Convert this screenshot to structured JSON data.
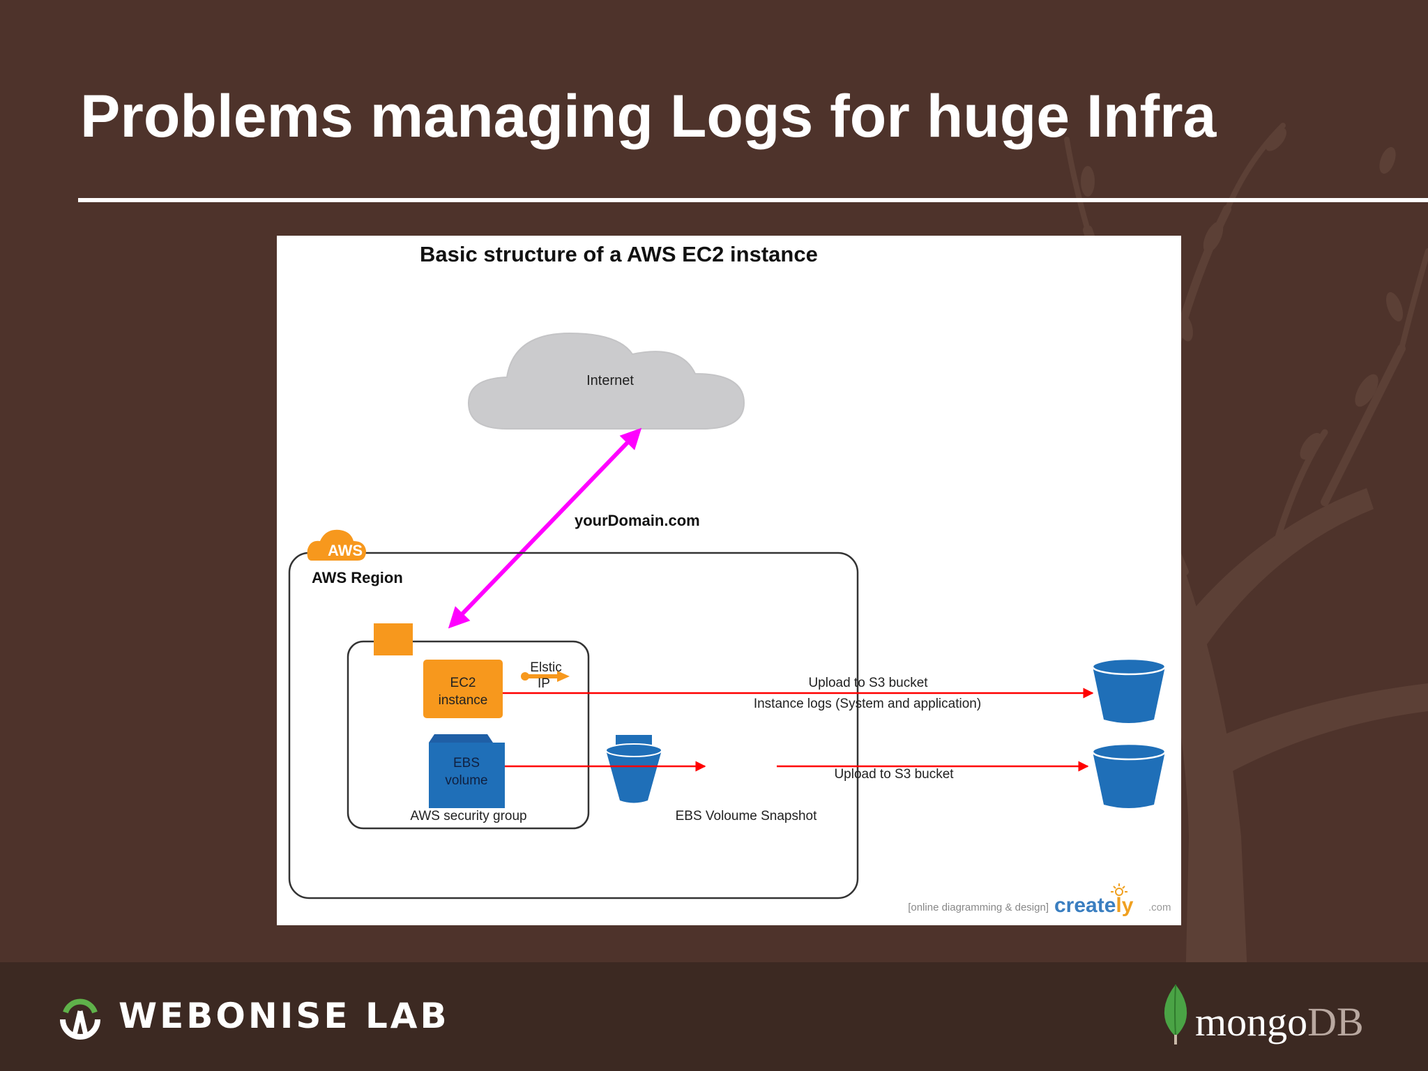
{
  "slide": {
    "title": "Problems managing Logs for huge Infra"
  },
  "diagram": {
    "title": "Basic structure of a AWS EC2 instance",
    "internet_label": "Internet",
    "domain_label": "yourDomain.com",
    "aws_badge": "AWS",
    "region_label": "AWS Region",
    "ec2_label_line1": "EC2",
    "ec2_label_line2": "instance",
    "eip_label_line1": "Elstic",
    "eip_label_line2": "IP",
    "ebs_label_line1": "EBS",
    "ebs_label_line2": "volume",
    "security_group_label": "AWS security group",
    "snapshot_label": "EBS Voloume Snapshot",
    "upload_label_1": "Upload to S3 bucket",
    "logs_label": "Instance logs (System and application)",
    "upload_label_2": "Upload to S3 bucket",
    "watermark_prefix": "[online diagramming & design]",
    "watermark_brand_a": "create",
    "watermark_brand_b": "ly",
    "watermark_suffix": ".com",
    "colors": {
      "link_arrow": "#ff00ff",
      "flow_arrow": "#ff0000",
      "aws_orange": "#f7981d",
      "bucket_blue": "#1f6fb8",
      "cloud_gray": "#cbcbcd"
    }
  },
  "footer": {
    "left_brand": "WEBONISE LAB",
    "right_brand_a": "mongo",
    "right_brand_b": "DB"
  }
}
